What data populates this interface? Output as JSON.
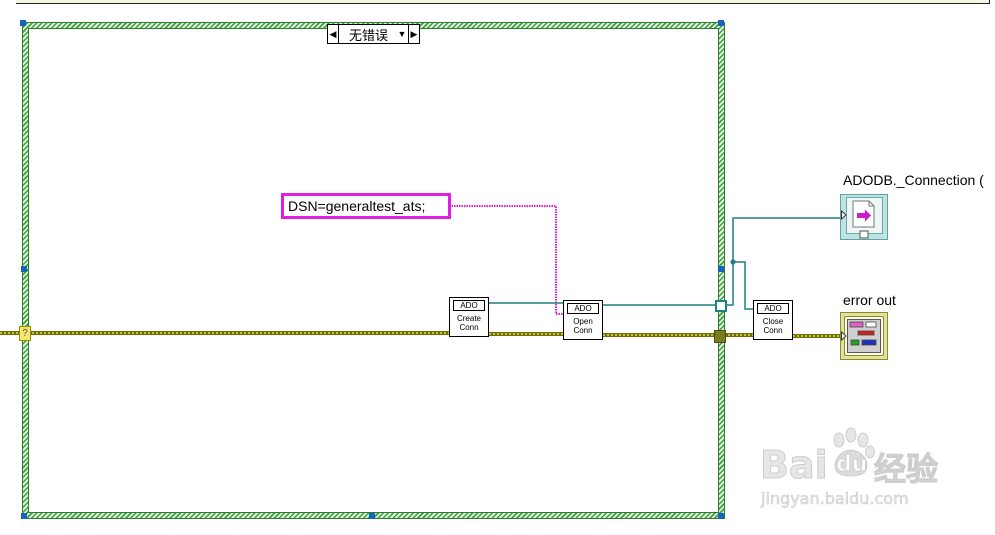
{
  "case_structure": {
    "selector": {
      "left_arrow": "◀",
      "value": "无错误",
      "dropdown": "▼",
      "right_arrow": "▶"
    },
    "selector_terminal": "?"
  },
  "string_constant": "DSN=generaltest_ats;",
  "subvis": {
    "create_conn": {
      "header": "ADO",
      "line1": "Create",
      "line2": "Conn"
    },
    "open_conn": {
      "header": "ADO",
      "line1": "Open",
      "line2": "Conn"
    },
    "close_conn": {
      "header": "ADO",
      "line1": "Close",
      "line2": "Conn"
    }
  },
  "indicators": {
    "connection": {
      "label": "ADODB._Connection (",
      "icon": "refnum-indicator-icon"
    },
    "error_out": {
      "label": "error out",
      "icon": "error-cluster-indicator-icon"
    }
  },
  "watermark": {
    "brand_left": "Bai",
    "brand_right": "du",
    "brand_cn": "经验",
    "url": "jingyan.baidu.com"
  },
  "colors": {
    "case_border": "#3f9f3f",
    "selection_handle": "#1565c0",
    "string_wire": "#e11ee1",
    "reference_wire": "#1f8080",
    "error_wire": "#8c8c14",
    "background": "#ffffff"
  }
}
